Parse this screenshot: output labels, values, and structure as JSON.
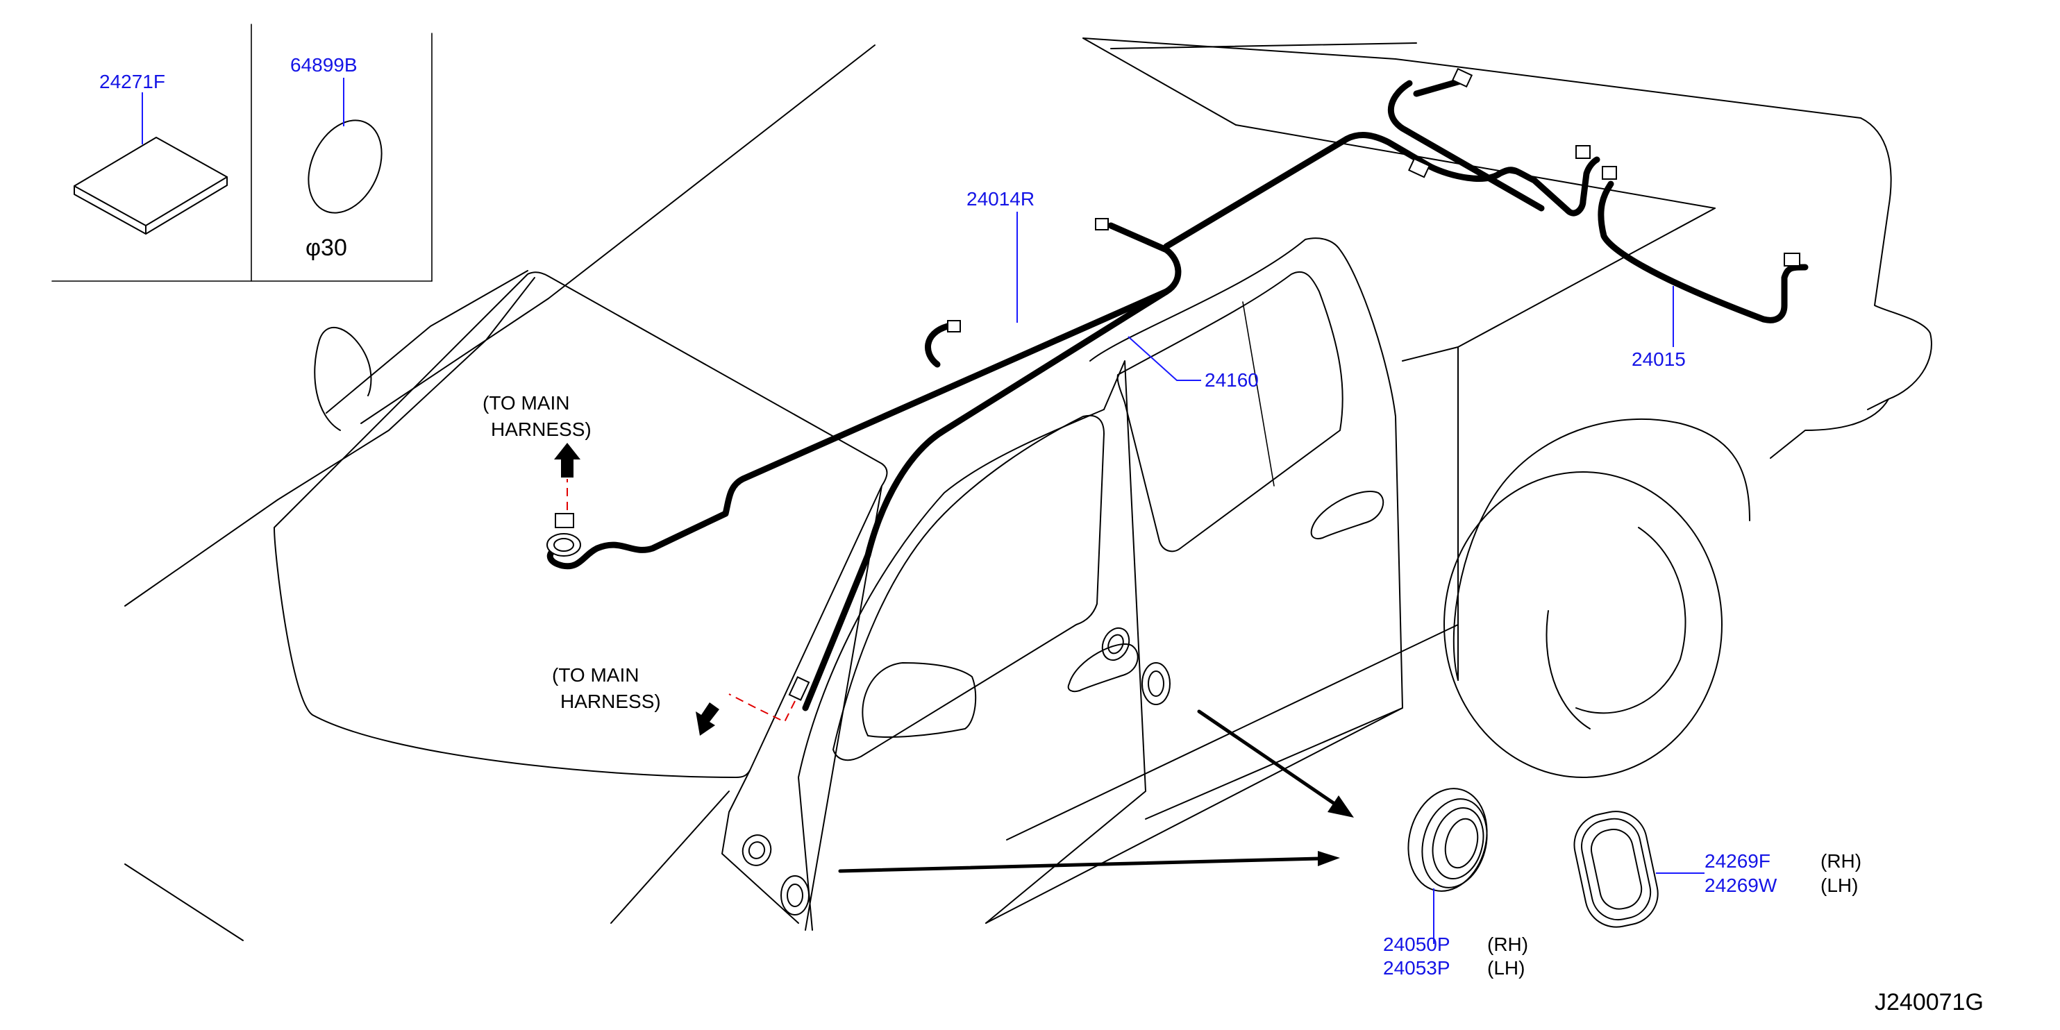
{
  "diagram_code": "J240071G",
  "inset": {
    "pad_part": "24271F",
    "seal_part": "64899B",
    "seal_size": "φ30"
  },
  "parts": {
    "harness_roof": "24014R",
    "harness_rear": "24015",
    "harness_pillar": "24160",
    "grommet_rh": "24050P",
    "grommet_lh": "24053P",
    "grommet_rear_rh": "24269F",
    "grommet_rear_lh": "24269W"
  },
  "side_labels": {
    "rh": "(RH)",
    "lh": "(LH)"
  },
  "notes": {
    "to_main_1_line1": "(TO   MAIN",
    "to_main_1_line2": "HARNESS)",
    "to_main_2_line1": "(TO   MAIN",
    "to_main_2_line2": "HARNESS)"
  }
}
